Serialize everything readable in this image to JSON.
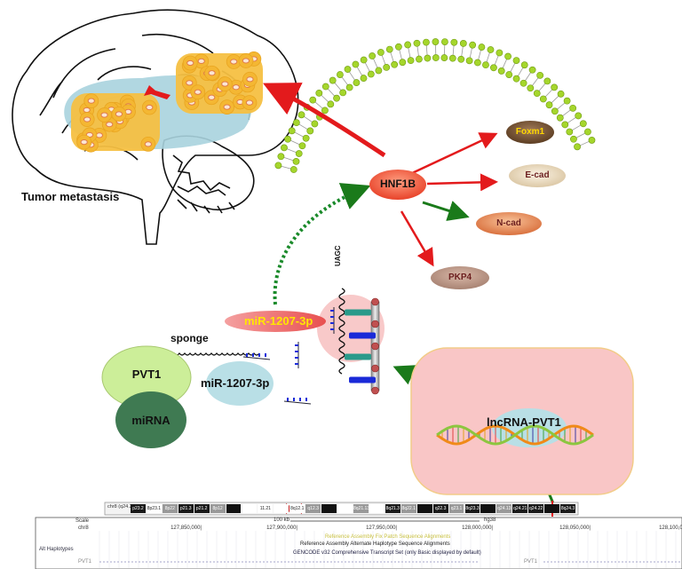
{
  "labels": {
    "tumor_metastasis": "Tumor metastasis",
    "hnf1b": "HNF1B",
    "foxm1": "Foxm1",
    "ecad": "E-cad",
    "ncad": "N-cad",
    "pkp4": "PKP4",
    "mir_top": "miR-1207-3p",
    "mir_bottom": "miR-1207-3p",
    "uagc": "UAGC",
    "sponge": "sponge",
    "pvt1": "PVT1",
    "mirna": "miRNA",
    "lncrna": "lncRNA-PVT1"
  },
  "colors": {
    "activate": "#e31a1c",
    "inhibit": "#1a7a1a",
    "membrane": "#9acd32",
    "nucleus": "#f9c6c6",
    "tumor": "#f6c042",
    "brain_region": "#a9d3de"
  },
  "genome": {
    "ideogram_label": "chr8 (q24.21)",
    "bands": [
      "p23.2",
      "8p23.1",
      "8p22",
      "p21.3",
      "p21.2",
      "8p12",
      "",
      "",
      "11.21",
      "",
      "8q12.1",
      "q12.3",
      "",
      "",
      "8q21.13",
      "",
      "8q21.3",
      "8q22.1",
      "",
      "q22.3",
      "q23.1",
      "8q23.3",
      "",
      "q24.13",
      "q24.21",
      "q24.22",
      "",
      "8q24.3"
    ],
    "scale_label": "Scale",
    "scale_value": "100 kb",
    "assembly": "hg38",
    "chrom_label": "chr8",
    "positions": [
      "127,850,000",
      "127,900,000",
      "127,950,000",
      "128,000,000",
      "128,050,000",
      "128,100,000"
    ],
    "fix_patch_track": "Reference Assembly Fix Patch Sequence Alignments",
    "alt_haplotype_track": "Reference Assembly Alternate Haplotype Sequence Alignments",
    "alt_haplotypes_label": "Alt Haplotypes",
    "gencode_track": "GENCODE v32 Comprehensive Transcript Set (only Basic displayed by default)",
    "gene_label_left": "PVT1",
    "gene_label_right": "PVT1"
  }
}
